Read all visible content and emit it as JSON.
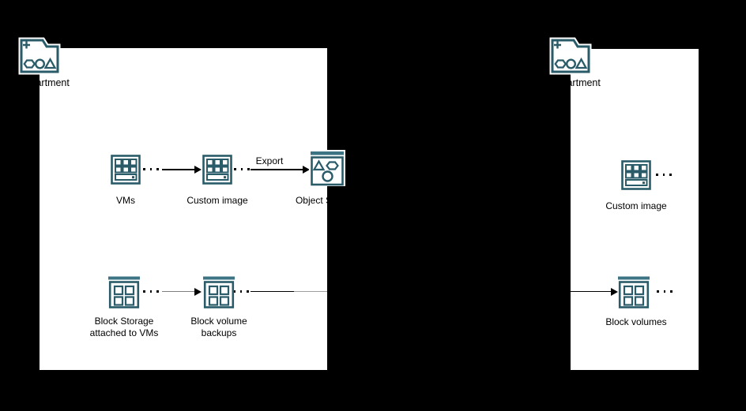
{
  "colors": {
    "background": "#000000",
    "panel": "#ffffff",
    "icon_teal": "#2a5b69",
    "icon_teal_light": "#3d7484",
    "text": "#000000",
    "gray_connector": "#7f7f7f"
  },
  "left_compartment": {
    "label": "Compartment",
    "nodes": {
      "vms": {
        "label": "VMs"
      },
      "custom_image": {
        "label": "Custom image"
      },
      "object_storage": {
        "label": "Object Storage"
      },
      "block_storage": {
        "label_line1": "Block Storage",
        "label_line2": "attached to VMs"
      },
      "block_volume_backups": {
        "label_line1": "Block volume",
        "label_line2": "backups"
      }
    },
    "edges": {
      "export": {
        "label": "Export"
      }
    }
  },
  "right_compartment": {
    "label": "Compartment",
    "nodes": {
      "custom_image": {
        "label": "Custom image"
      },
      "block_volumes": {
        "label": "Block volumes"
      }
    }
  },
  "icons": {
    "compartment": "folder with plus, hexagon, circle, triangle",
    "compute": "grid of squares with bottom bar",
    "block_volume": "2x2 squares with solid top bar",
    "object_storage": "triangle, hexagon and circle with solid top bar",
    "ellipsis": "three small dots meaning multiple resources"
  }
}
